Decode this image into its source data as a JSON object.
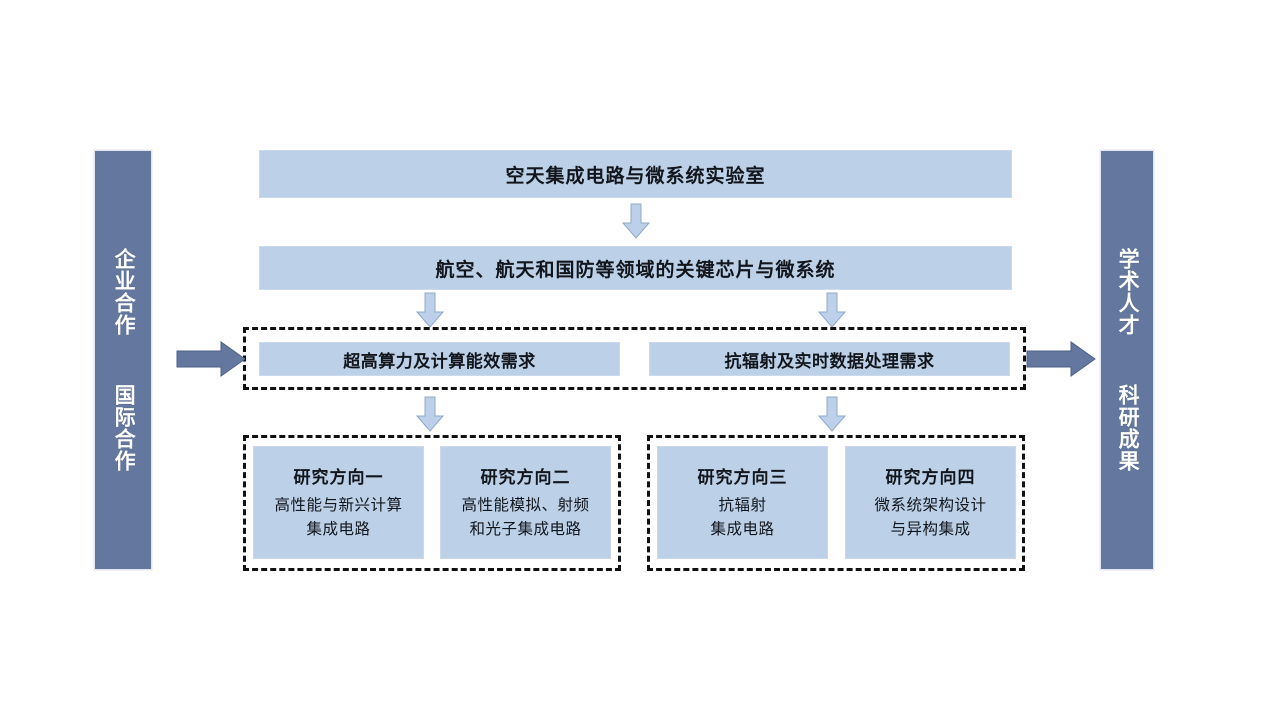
{
  "diagram": {
    "title_top": "空天集成电路与微系统实验室",
    "subtitle": "航空、航天和国防等领域的关键芯片与微系统",
    "left_bar": {
      "label": "企业合作  国际合作",
      "color": "#64789f"
    },
    "right_bar": {
      "label": "学术人才  科研成果",
      "color": "#64789f"
    },
    "needs": [
      {
        "label": "超高算力及计算能效需求"
      },
      {
        "label": "抗辐射及实时数据处理需求"
      }
    ],
    "directions": [
      {
        "title": "研究方向一",
        "lines": [
          "高性能与新兴计算",
          "集成电路"
        ]
      },
      {
        "title": "研究方向二",
        "lines": [
          "高性能模拟、射频",
          "和光子集成电路"
        ]
      },
      {
        "title": "研究方向三",
        "lines": [
          "抗辐射",
          "集成电路"
        ]
      },
      {
        "title": "研究方向四",
        "lines": [
          "微系统架构设计",
          "与异构集成"
        ]
      }
    ],
    "colors": {
      "box_fill": "#bcd0e8",
      "bar_fill": "#64789f",
      "arrow_down_fill": "#bdd0e9",
      "arrow_right_fill": "#64789f",
      "dashed_border": "#111111",
      "background": "#ffffff"
    },
    "icons": {
      "arrow_down": "arrow-down-icon",
      "arrow_right": "arrow-right-icon"
    }
  }
}
